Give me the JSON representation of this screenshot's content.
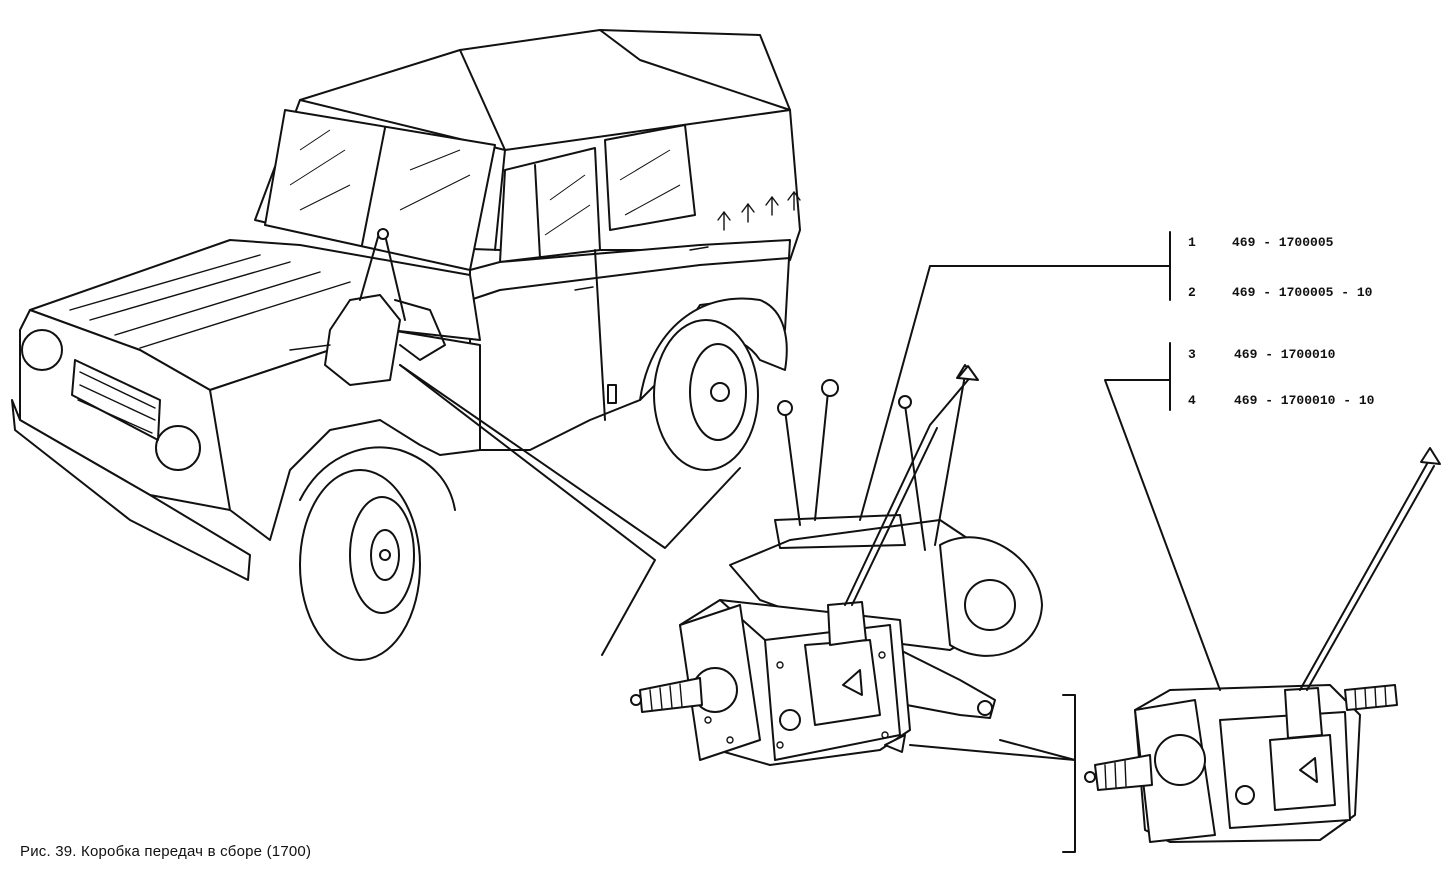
{
  "caption": "Рис. 39. Коробка передач в сборе (1700)",
  "parts": [
    {
      "num": "1",
      "code": "469 - 1700005"
    },
    {
      "num": "2",
      "code": "469 - 1700005 - 10"
    },
    {
      "num": "3",
      "code": "469 - 1700010"
    },
    {
      "num": "4",
      "code": "469 - 1700010 - 10"
    }
  ]
}
